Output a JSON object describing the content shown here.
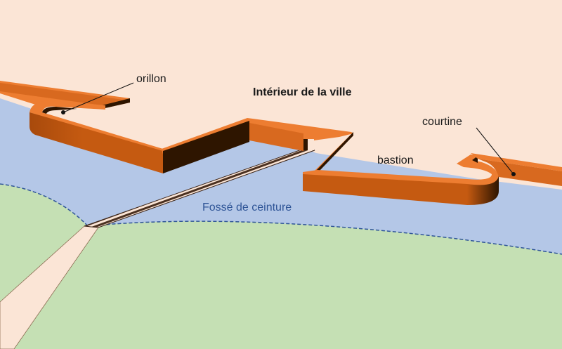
{
  "diagram": {
    "labels": {
      "orillon": "orillon",
      "interior": "Intérieur de la ville",
      "courtine": "courtine",
      "bastion": "bastion",
      "fosse": "Fossé de ceinture"
    },
    "colors": {
      "interior": "#FBE5D6",
      "water": "#B4C7E7",
      "land": "#C5E0B4",
      "wall_top": "#ED7D31",
      "wall_side": "#C55A11",
      "wall_shadow": "#2E1500",
      "dashed_edge": "#2F5597"
    }
  }
}
